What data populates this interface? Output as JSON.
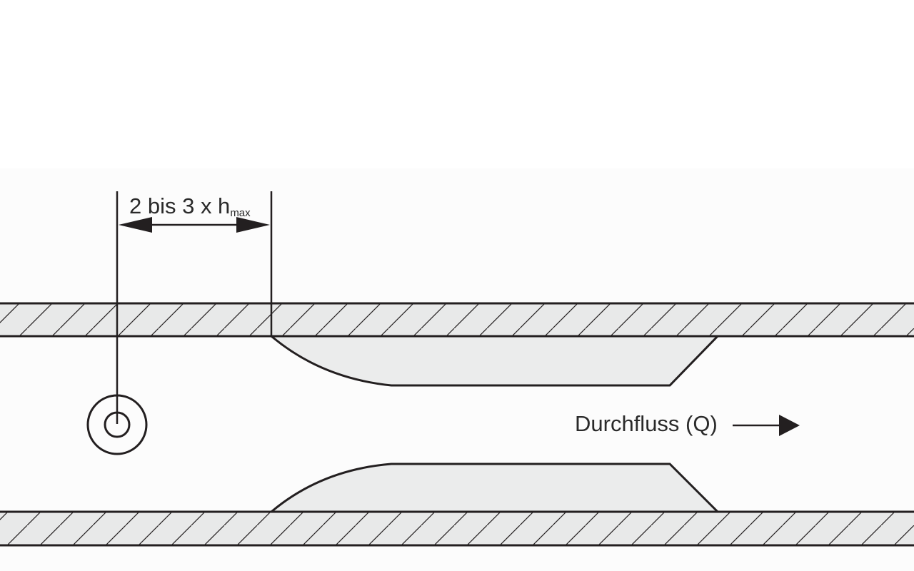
{
  "dimension": {
    "prefix": "2 bis 3 x h",
    "subscript": "max"
  },
  "flow": {
    "label": "Durchfluss (Q)"
  },
  "colors": {
    "line": "#231f20",
    "wall_fill": "#e8e9e9",
    "flume_fill": "#ebecec",
    "channel_bg": "#fcfcfc",
    "page_bg": "#ffffff"
  }
}
